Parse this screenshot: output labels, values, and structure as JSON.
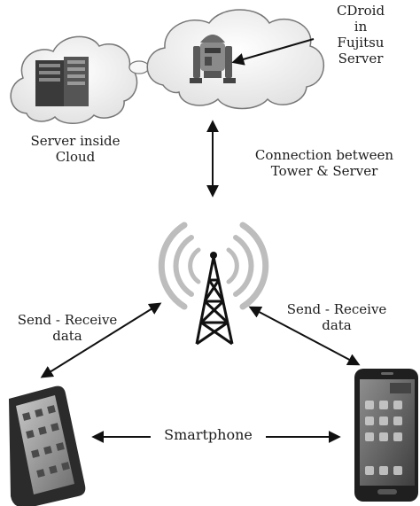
{
  "labels": {
    "cdroid": [
      "CDroid",
      "in",
      "Fujitsu",
      "Server"
    ],
    "server_inside_cloud": [
      "Server inside",
      "Cloud"
    ],
    "connection": [
      "Connection between",
      "Tower & Server"
    ],
    "send_receive_left": [
      "Send - Receive",
      "data"
    ],
    "send_receive_right": [
      "Send - Receive",
      "data"
    ],
    "smartphone": "Smartphone"
  },
  "icons": [
    "cloud",
    "server-rack",
    "robot",
    "thought-bubbles",
    "radio-tower",
    "smartphone-left",
    "smartphone-right"
  ],
  "colors": {
    "line": "#111111",
    "cloud_fill": "#f4f4f4",
    "cloud_stroke": "#6e6e6e",
    "phone_body": "#2a2a2a",
    "wave": "#b8b8b8"
  }
}
